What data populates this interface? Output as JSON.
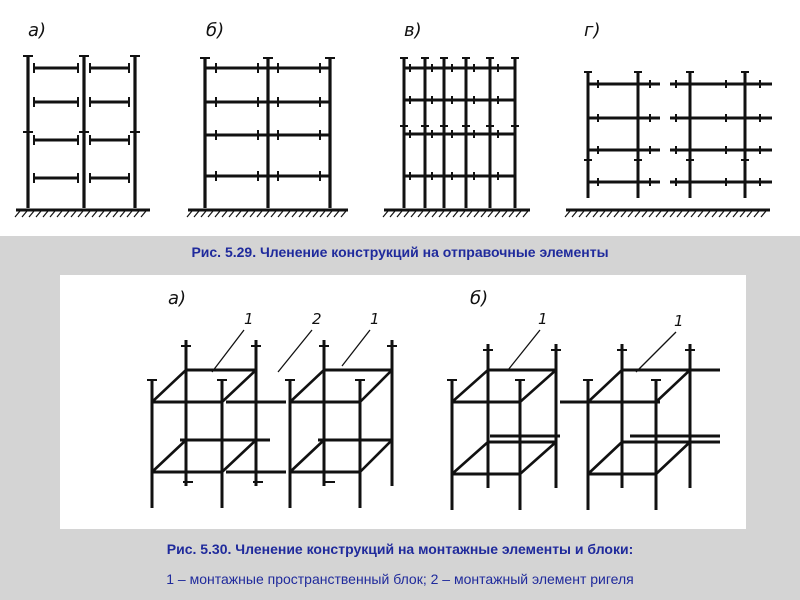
{
  "figure_529": {
    "labels": [
      "а)",
      "б)",
      "в)",
      "г)"
    ],
    "caption": "Рис. 5.29. Членение конструкций на отправочные элементы"
  },
  "figure_530": {
    "labels": [
      "а)",
      "б)"
    ],
    "callouts_a": [
      "1",
      "2",
      "1"
    ],
    "callouts_b": [
      "1",
      "1"
    ],
    "caption": "Рис. 5.30. Членение конструкций на монтажные элементы и блоки:",
    "legend": "1 – монтажные пространственный блок; 2 – монтажный элемент ригеля"
  },
  "colors": {
    "caption": "#1f2a9c",
    "background": "#d4d4d4",
    "panel": "#ffffff",
    "ink": "#111111"
  }
}
